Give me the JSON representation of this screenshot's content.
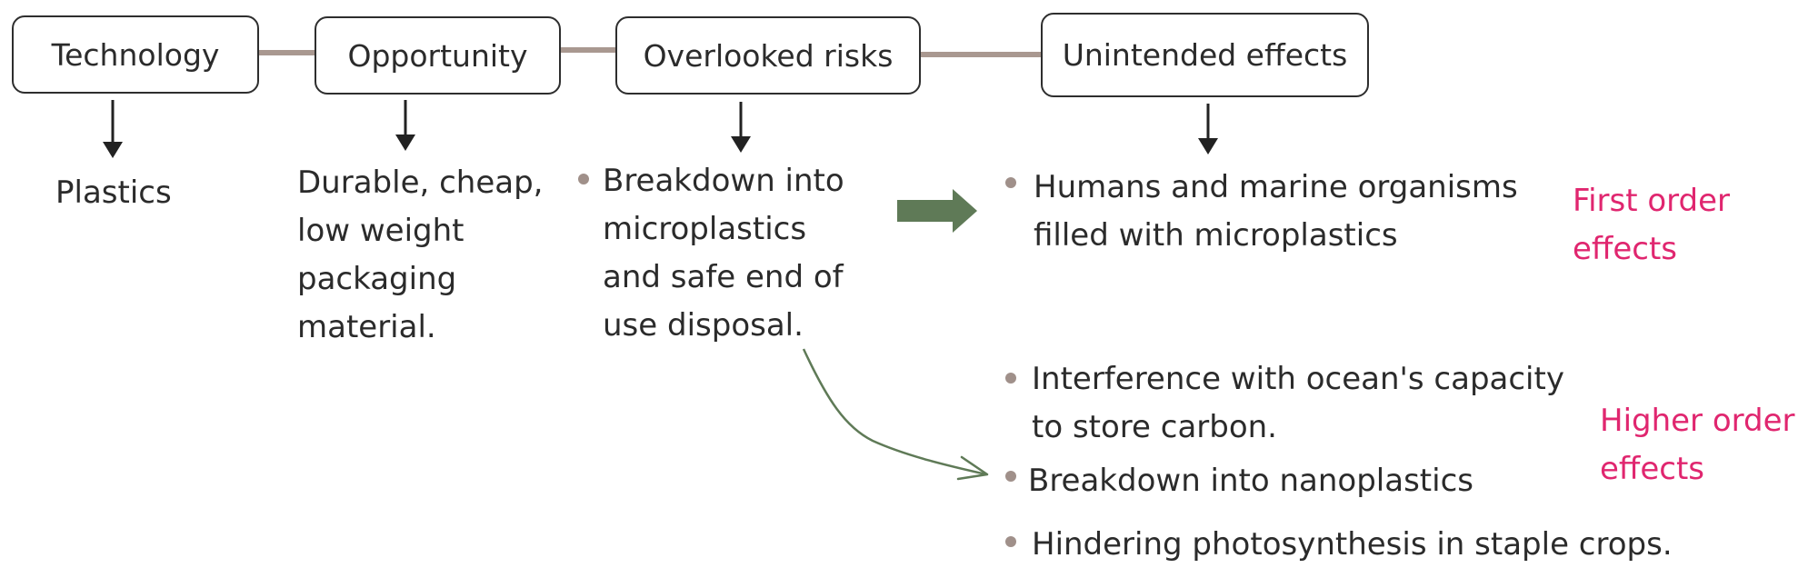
{
  "colors": {
    "box_border": "#2e2e2e",
    "connector": "#a99890",
    "arrow": "#222222",
    "bullet": "#a0908a",
    "green_arrow": "#5f7a57",
    "accent_pink": "#e0266f"
  },
  "stages": [
    {
      "label": "Technology"
    },
    {
      "label": "Opportunity"
    },
    {
      "label": "Overlooked risks"
    },
    {
      "label": "Unintended effects"
    }
  ],
  "technology": {
    "text": "Plastics"
  },
  "opportunity": {
    "lines": [
      "Durable, cheap,",
      "low weight",
      "packaging",
      "material."
    ]
  },
  "risks": {
    "lines": [
      "Breakdown into",
      "microplastics",
      "and safe end of",
      "use disposal."
    ]
  },
  "effects": {
    "first_order": {
      "items": [
        {
          "lines": [
            "Humans and marine organisms",
            "filled with microplastics"
          ]
        }
      ],
      "label": [
        "First order",
        "effects"
      ]
    },
    "higher_order": {
      "items": [
        {
          "lines": [
            "Interference with ocean's capacity",
            "to store carbon."
          ]
        },
        {
          "lines": [
            "Breakdown into nanoplastics"
          ]
        },
        {
          "lines": [
            "Hindering photosynthesis in staple crops."
          ]
        }
      ],
      "label": [
        "Higher order",
        "effects"
      ]
    }
  }
}
